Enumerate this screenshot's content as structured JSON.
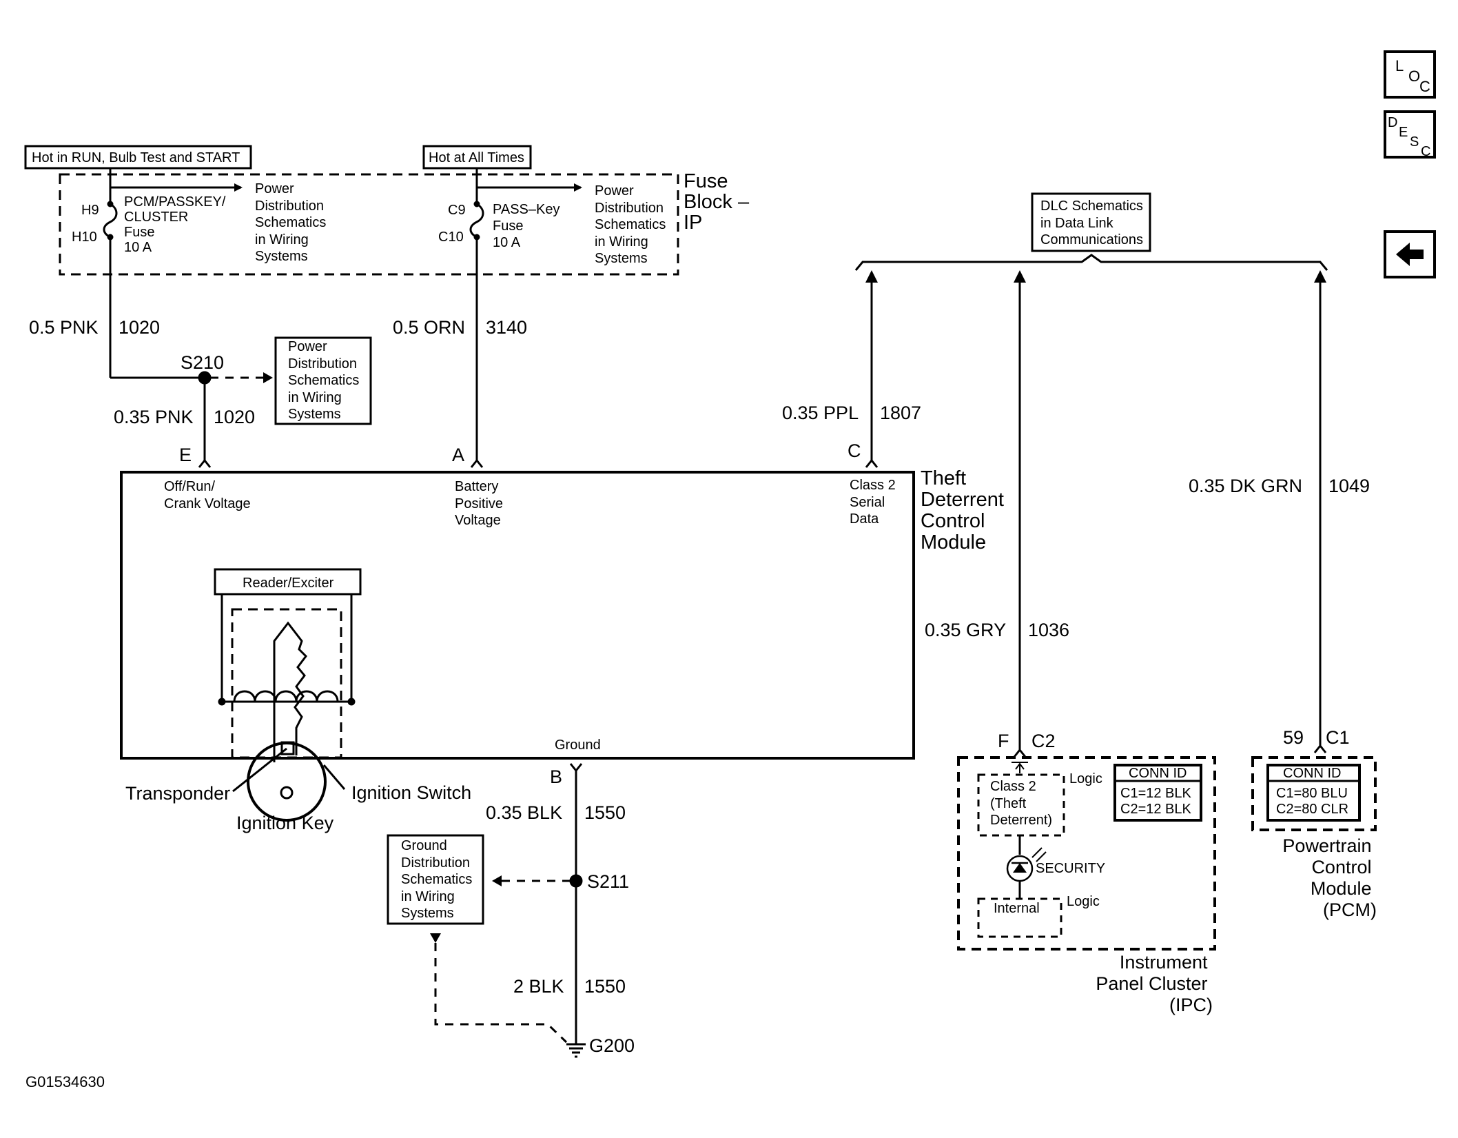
{
  "diagram_id": "G01534630",
  "nav": {
    "loc": [
      "L",
      "O",
      "C"
    ],
    "desc": [
      "D",
      "E",
      "S",
      "C"
    ]
  },
  "fuse_block": {
    "title": [
      "Fuse",
      "Block –",
      "IP"
    ],
    "run_label": "Hot in RUN, Bulb Test and START",
    "always_label": "Hot at All Times",
    "fuse1": {
      "top_pin": "H9",
      "bottom_pin": "H10",
      "label": [
        "PCM/PASSKEY/",
        "CLUSTER",
        "Fuse",
        "10 A"
      ]
    },
    "fuse2": {
      "top_pin": "C9",
      "bottom_pin": "C10",
      "label": [
        "PASS–Key",
        "Fuse",
        "10 A"
      ]
    },
    "pd_ref": [
      "Power",
      "Distribution",
      "Schematics",
      "in Wiring",
      "Systems"
    ]
  },
  "wires": {
    "pnk_size": "0.5 PNK",
    "pnk_circuit": "1020",
    "orn_size": "0.5 ORN",
    "orn_circuit": "3140",
    "pnk2_size": "0.35 PNK",
    "pnk2_circuit": "1020",
    "ppl_size": "0.35 PPL",
    "ppl_circuit": "1807",
    "gry_size": "0.35 GRY",
    "gry_circuit": "1036",
    "dkgrn_size": "0.35 DK GRN",
    "dkgrn_circuit": "1049",
    "blk1_size": "0.35 BLK",
    "blk1_circuit": "1550",
    "blk2_size": "2 BLK",
    "blk2_circuit": "1550"
  },
  "splices": {
    "s210": "S210",
    "s211": "S211",
    "g200": "G200"
  },
  "pd_ref_box": [
    "Power",
    "Distribution",
    "Schematics",
    "in Wiring",
    "Systems"
  ],
  "gd_ref_box": [
    "Ground",
    "Distribution",
    "Schematics",
    "in Wiring",
    "Systems"
  ],
  "dlc_box": [
    "DLC Schematics",
    "in Data Link",
    "Communications"
  ],
  "tdcm": {
    "title": [
      "Theft",
      "Deterrent",
      "Control",
      "Module"
    ],
    "pin_e": "E",
    "pin_a": "A",
    "pin_c": "C",
    "pin_b": "B",
    "pin_e_label": [
      "Off/Run/",
      "Crank Voltage"
    ],
    "pin_a_label": [
      "Battery",
      "Positive",
      "Voltage"
    ],
    "pin_c_label": [
      "Class 2",
      "Serial",
      "Data"
    ],
    "ground_label": "Ground",
    "reader": "Reader/Exciter",
    "transponder": "Transponder",
    "ignition_switch": "Ignition Switch",
    "ignition_key": "Ignition Key"
  },
  "ipc": {
    "pin": "F",
    "connector": "C2",
    "class2": [
      "Class 2",
      "(Theft",
      "Deterrent)"
    ],
    "logic": "Logic",
    "security": "SECURITY",
    "internal": "Internal",
    "conn_id_title": "CONN ID",
    "conn_id": [
      "C1=12 BLK",
      "C2=12 BLK"
    ],
    "title": [
      "Instrument",
      "Panel Cluster",
      "(IPC)"
    ]
  },
  "pcm": {
    "pin": "59",
    "connector": "C1",
    "conn_id_title": "CONN ID",
    "conn_id": [
      "C1=80 BLU",
      "C2=80 CLR"
    ],
    "title": [
      "Powertrain",
      "Control",
      "Module",
      "(PCM)"
    ]
  }
}
